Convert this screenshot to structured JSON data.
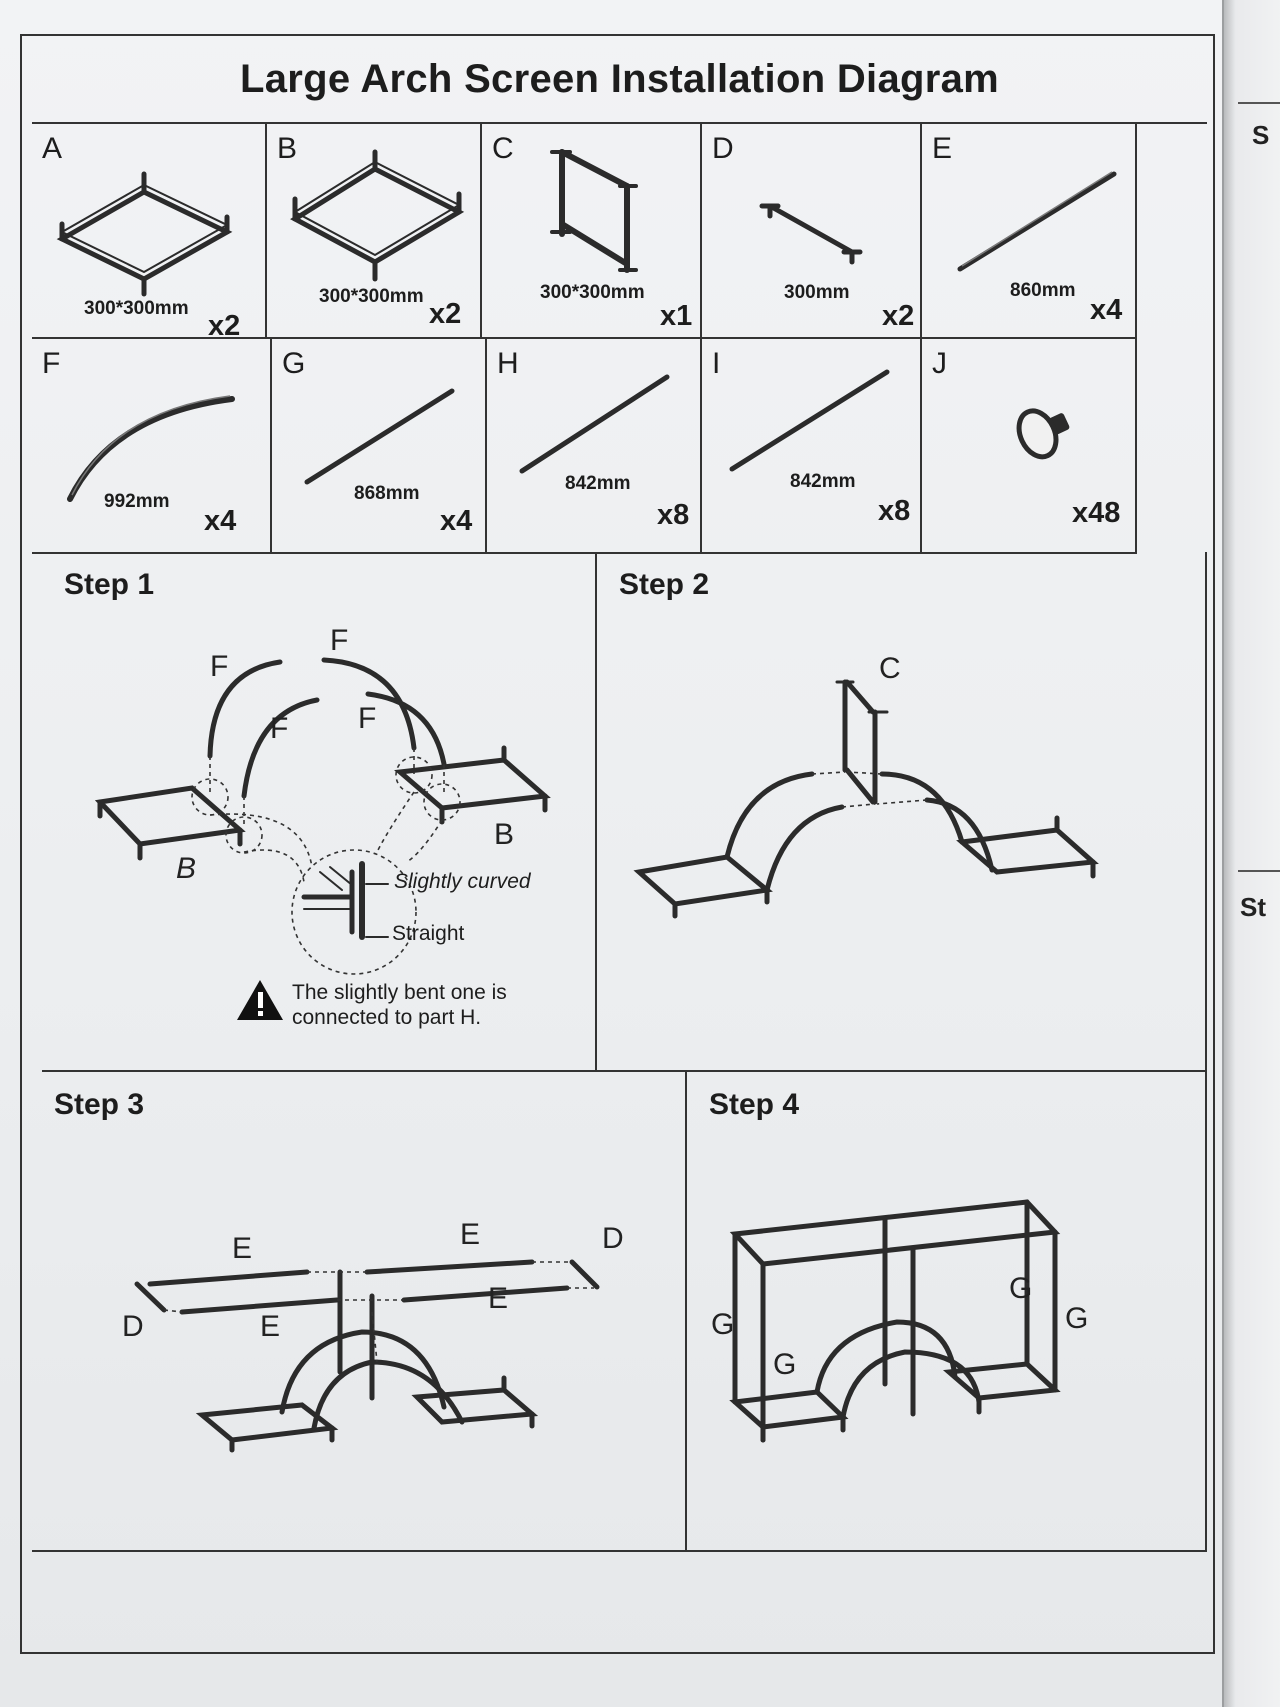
{
  "title": "Large Arch Screen Installation Diagram",
  "parts": [
    {
      "letter": "A",
      "dimension": "300*300mm",
      "quantity": "x2"
    },
    {
      "letter": "B",
      "dimension": "300*300mm",
      "quantity": "x2"
    },
    {
      "letter": "C",
      "dimension": "300*300mm",
      "quantity": "x1"
    },
    {
      "letter": "D",
      "dimension": "300mm",
      "quantity": "x2"
    },
    {
      "letter": "E",
      "dimension": "860mm",
      "quantity": "x4"
    },
    {
      "letter": "F",
      "dimension": "992mm",
      "quantity": "x4"
    },
    {
      "letter": "G",
      "dimension": "868mm",
      "quantity": "x4"
    },
    {
      "letter": "H",
      "dimension": "842mm",
      "quantity": "x8"
    },
    {
      "letter": "I",
      "dimension": "842mm",
      "quantity": "x8"
    },
    {
      "letter": "J",
      "dimension": "",
      "quantity": "x48"
    }
  ],
  "steps": [
    {
      "title": "Step 1",
      "labels": [
        "F",
        "F",
        "F",
        "F",
        "B",
        "B"
      ],
      "callouts": {
        "curved": "Slightly curved",
        "straight": "Straight"
      },
      "warning": [
        "The slightly bent one is",
        "connected to part H."
      ]
    },
    {
      "title": "Step 2",
      "labels": [
        "C"
      ]
    },
    {
      "title": "Step 3",
      "labels": [
        "E",
        "E",
        "E",
        "E",
        "D",
        "D"
      ]
    },
    {
      "title": "Step 4",
      "labels": [
        "G",
        "G",
        "G",
        "G"
      ]
    }
  ],
  "next_page": {
    "chars": [
      "S",
      "St"
    ]
  },
  "icons": {
    "warning": "warning-triangle-icon"
  }
}
